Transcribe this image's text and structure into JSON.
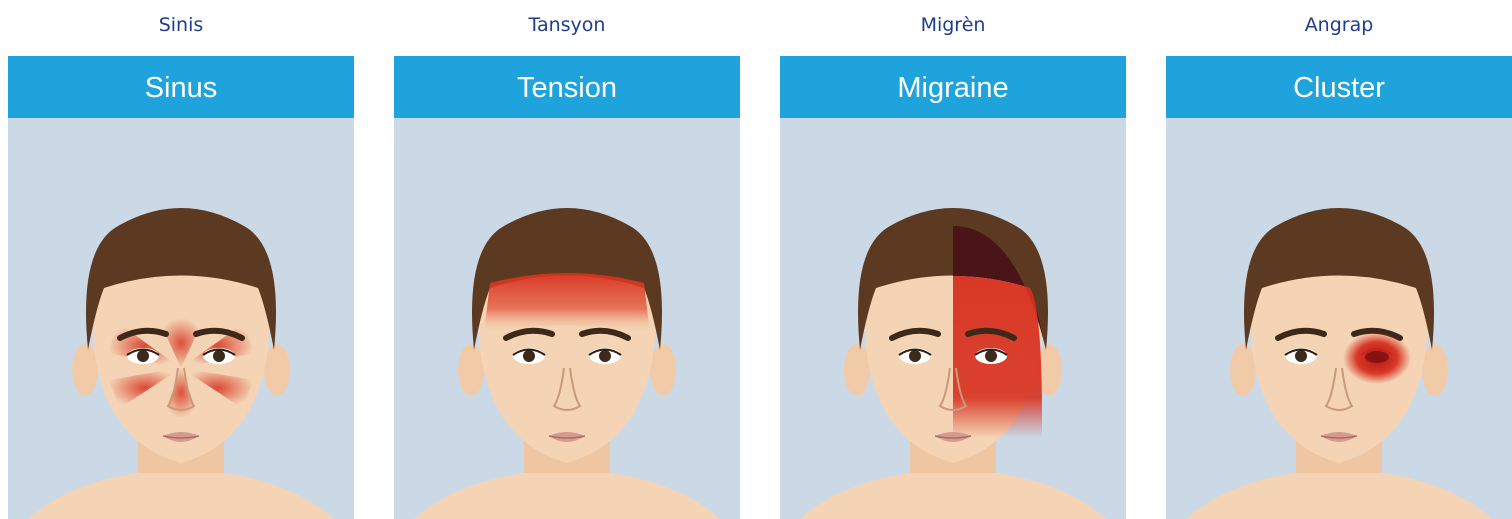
{
  "panels": [
    {
      "caption": "Sinis",
      "header": "Sinus",
      "pain_area": "sinus"
    },
    {
      "caption": "Tansyon",
      "header": "Tension",
      "pain_area": "forehead-band"
    },
    {
      "caption": "Migrèn",
      "header": "Migraine",
      "pain_area": "half-head"
    },
    {
      "caption": "Angrap",
      "header": "Cluster",
      "pain_area": "around-one-eye"
    }
  ],
  "colors": {
    "header_bg": "#1ea3dc",
    "header_text": "#ffffff",
    "caption_text": "#1f3d8f",
    "panel_bg": "#cbd9e7",
    "skin": "#f4d4b5",
    "hair": "#5b3a21",
    "pain": "#d7301f",
    "pain_dark": "#4a1418"
  }
}
